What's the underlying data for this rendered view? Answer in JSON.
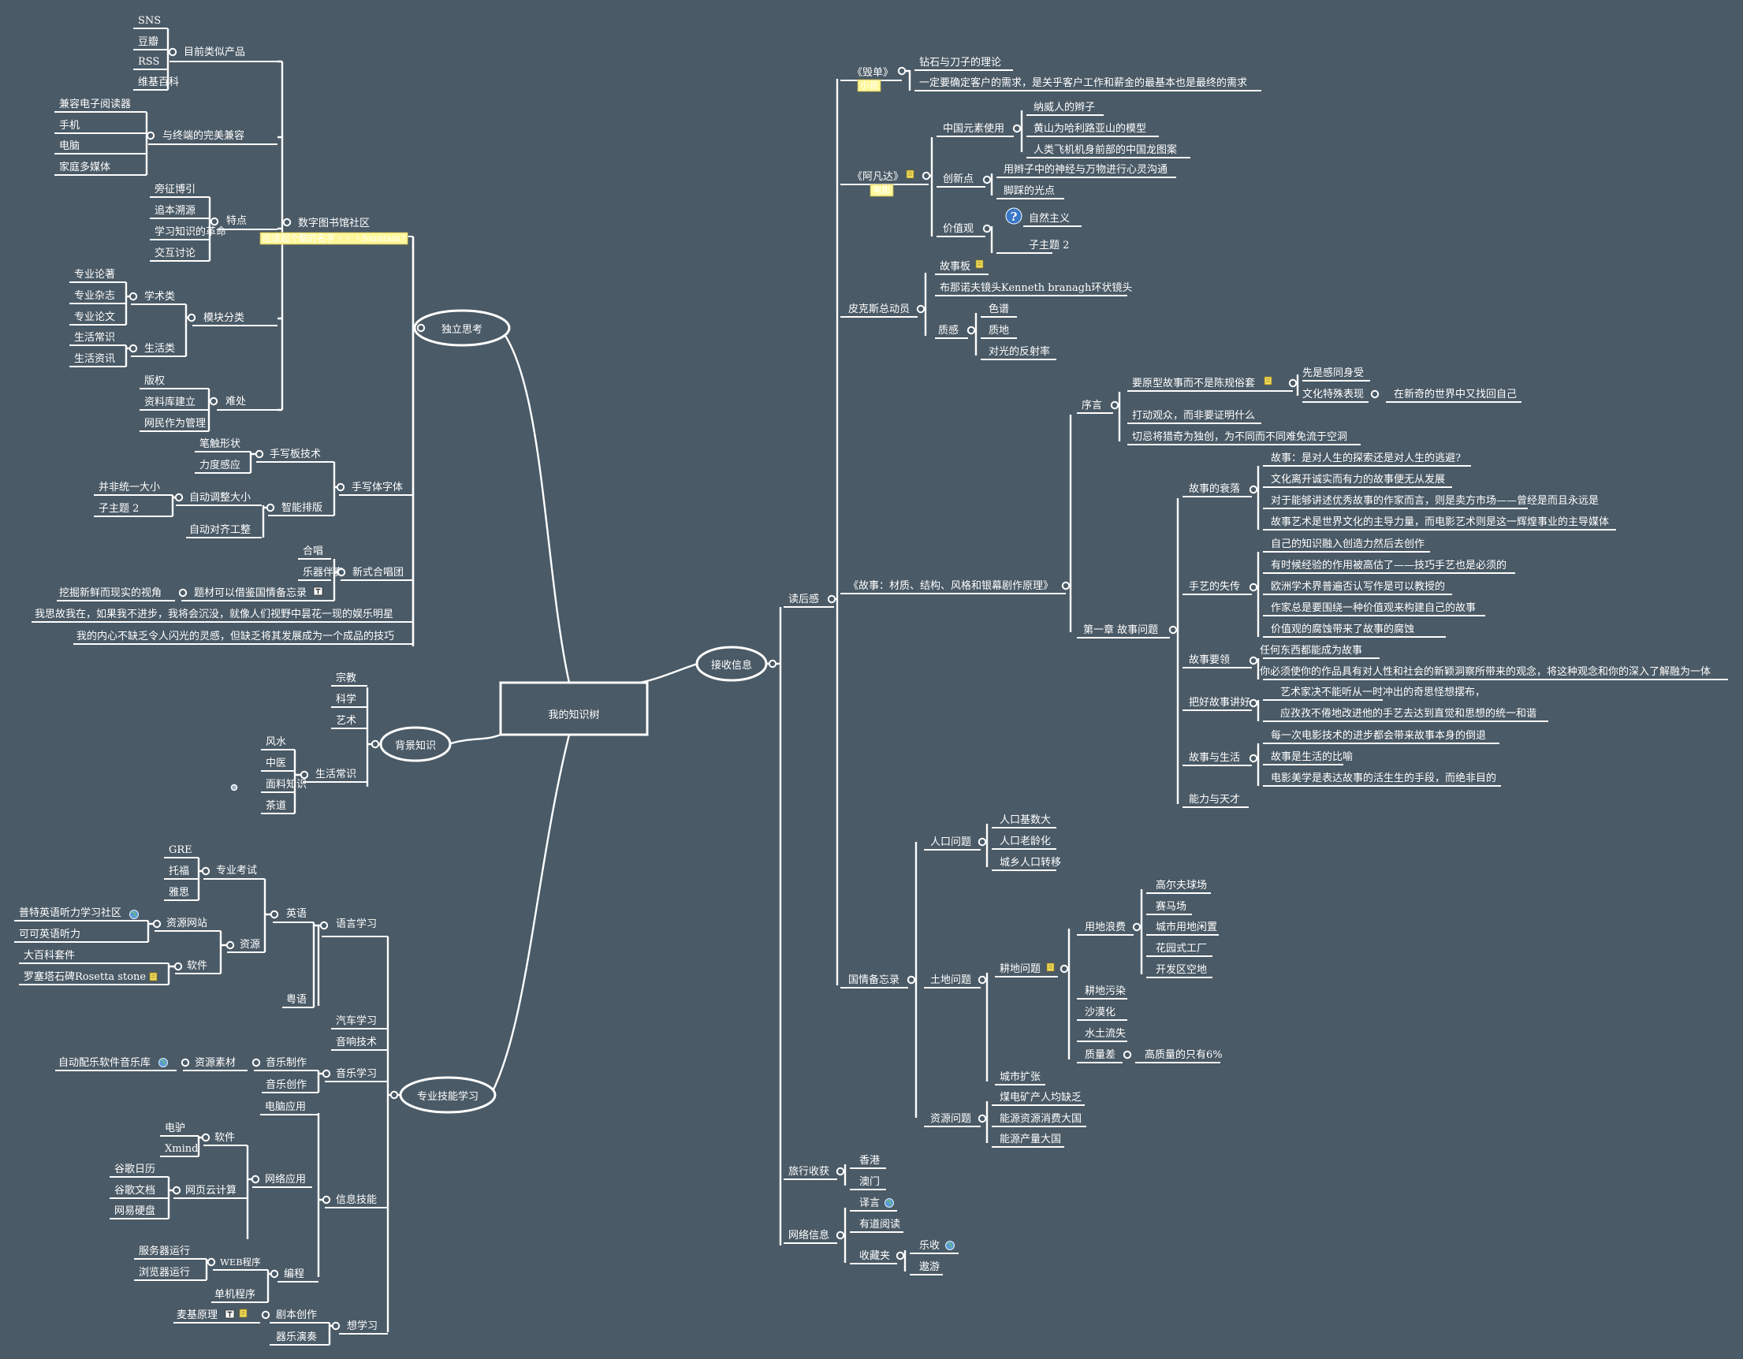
{
  "center": {
    "label": "我的知识树"
  },
  "main": {
    "independent": "独立思考",
    "background": "背景知识",
    "skills": "专业技能学习",
    "receive": "接收信息"
  },
  "callouts": {
    "name_note": "应该起个酷的名字・・・fountain?",
    "novel": "小说",
    "film": "电影"
  },
  "independent": {
    "digital_library": "数字图书馆社区",
    "similar": "目前类似产品",
    "similar_items": [
      "SNS",
      "豆瓣",
      "RSS",
      "维基百科"
    ],
    "terminal": "与终端的完美兼容",
    "terminal_items": [
      "兼容电子阅读器",
      "手机",
      "电脑",
      "家庭多媒体"
    ],
    "features": "特点",
    "features_items": [
      "旁征博引",
      "追本溯源",
      "学习知识的革命",
      "交互讨论"
    ],
    "modules": "模块分类",
    "academic": "学术类",
    "academic_items": [
      "专业论著",
      "专业杂志",
      "专业论文"
    ],
    "life": "生活类",
    "life_items": [
      "生活常识",
      "生活资讯"
    ],
    "difficulty": "难处",
    "difficulty_items": [
      "版权",
      "资料库建立",
      "网民作为管理"
    ],
    "handwriting": "手写体字体",
    "tablet": "手写板技术",
    "tablet_items": [
      "笔触形状",
      "力度感应"
    ],
    "smart": "智能排版",
    "autosize": "自动调整大小",
    "autosize_items": [
      "并非统一大小",
      "子主题 2"
    ],
    "autoalign": "自动对齐工整",
    "choir": "新式合唱团",
    "choir_items": [
      "合唱",
      "乐器伴奏"
    ],
    "choir_theme": "题材可以借鉴国情备忘录",
    "choir_theme_child": "挖掘新鲜而现实的视角",
    "quote1": "我思故我在，如果我不进步，我将会沉没，就像人们视野中昙花一现的娱乐明星",
    "quote2": "我的内心不缺乏令人闪光的灵感，但缺乏将其发展成为一个成品的技巧"
  },
  "background": {
    "religion": "宗教",
    "science": "科学",
    "art": "艺术",
    "life_common": "生活常识",
    "life_items": [
      "风水",
      "中医",
      "面料知识",
      "茶道"
    ]
  },
  "skills": {
    "language": "语言学习",
    "english": "英语",
    "exam": "专业考试",
    "exam_items": [
      "GRE",
      "托福",
      "雅思"
    ],
    "resources": "资源",
    "sites": "资源网站",
    "sites_items": [
      "普特英语听力学习社区",
      "可可英语听力"
    ],
    "software": "软件",
    "software_items": [
      "大百科套件",
      "罗塞塔石碑Rosetta stone"
    ],
    "cantonese": "粤语",
    "car": "汽车学习",
    "audio": "音响技术",
    "music": "音乐学习",
    "music_prod": "音乐制作",
    "music_material": "资源素材",
    "music_lib": "自动配乐软件音乐库",
    "music_create": "音乐创作",
    "it": "信息技能",
    "pc": "电脑应用",
    "network": "网络应用",
    "net_software": "软件",
    "net_software_items": [
      "电驴",
      "Xmind"
    ],
    "cloud": "网页云计算",
    "cloud_items": [
      "谷歌日历",
      "谷歌文档",
      "网易硬盘"
    ],
    "programming": "编程",
    "web": "WEB程序",
    "web_items": [
      "服务器运行",
      "浏览器运行"
    ],
    "standalone": "单机程序",
    "want": "想学习",
    "script": "剧本创作",
    "mckee": "麦基原理",
    "instrument": "器乐演奏"
  },
  "receive": {
    "reading": "读后感",
    "book1": "《毁单》",
    "book1_items": [
      "钻石与刀子的理论",
      "一定要确定客户的需求，是关乎客户工作和薪金的最基本也是最终的需求"
    ],
    "avatar": "《阿凡达》",
    "chinese": "中国元素使用",
    "chinese_items": [
      "纳威人的辫子",
      "黄山为哈利路亚山的模型",
      "人类飞机机身前部的中国龙图案"
    ],
    "innovation": "创新点",
    "innovation_items": [
      "用辫子中的神经与万物进行心灵沟通",
      "脚踩的光点"
    ],
    "values": "价值观",
    "values_items": [
      "自然主义",
      "子主题 2"
    ],
    "pixar": "皮克斯总动员",
    "storyboard": "故事板",
    "branagh": "布那诺夫镜头Kenneth branagh环状镜头",
    "texture": "质感",
    "texture_items": [
      "色谱",
      "质地",
      "对光的反射率"
    ],
    "story_book": "《故事：材质、结构、风格和银幕剧作原理》",
    "preface": "序言",
    "archetype": "要原型故事而不是陈规俗套",
    "archetype_items": [
      "先是感同身受",
      "文化特殊表现"
    ],
    "new_world": "在新奇的世界中又找回自己",
    "preface_items": [
      "打动观众，而非要证明什么",
      "切忌将猎奇为独创，为不同而不同难免流于空洞"
    ],
    "chapter1": "第一章 故事问题",
    "decline": "故事的衰落",
    "decline_items": [
      "故事：是对人生的探索还是对人生的逃避?",
      "文化离开诚实而有力的故事便无从发展",
      "对于能够讲述优秀故事的作家而言，则是卖方市场——曾经是而且永远是",
      "故事艺术是世界文化的主导力量，而电影艺术则是这一辉煌事业的主导媒体"
    ],
    "craft": "手艺的失传",
    "craft_items": [
      "自己的知识融入创造力然后去创作",
      "有时候经验的作用被高估了——技巧手艺也是必须的",
      "欧洲学术界普遍否认写作是可以教授的",
      "作家总是要围绕一种价值观来构建自己的故事",
      "价值观的腐蚀带来了故事的腐蚀"
    ],
    "essentials": "故事要领",
    "essentials_items": [
      "任何东西都能成为故事",
      "你必须使你的作品具有对人性和社会的新颖洞察所带来的观念，将这种观念和你的深入了解融为一体"
    ],
    "tell": "把好故事讲好",
    "tell_items": [
      "艺术家决不能听从一时冲出的奇思怪想摆布，",
      "应孜孜不倦地改进他的手艺去达到直觉和思想的统一和谐"
    ],
    "life": "故事与生活",
    "life_items": [
      "每一次电影技术的进步都会带来故事本身的倒退",
      "故事是生活的比喻",
      "电影美学是表达故事的活生生的手段，而绝非目的"
    ],
    "talent": "能力与天才",
    "national": "国情备忘录",
    "population": "人口问题",
    "population_items": [
      "人口基数大",
      "人口老龄化",
      "城乡人口转移"
    ],
    "land": "土地问题",
    "arable": "耕地问题",
    "landuse": "用地浪费",
    "landuse_items": [
      "高尔夫球场",
      "赛马场",
      "城市用地闲置",
      "花园式工厂",
      "开发区空地"
    ],
    "arable_items": [
      "耕地污染",
      "沙漠化",
      "水土流失"
    ],
    "quality": "质量差",
    "quality_note": "高质量的只有6%",
    "urban": "城市扩张",
    "resource": "资源问题",
    "resource_items": [
      "煤电矿产人均缺乏",
      "能源资源消费大国",
      "能源产量大国"
    ],
    "travel": "旅行收获",
    "travel_items": [
      "香港",
      "澳门"
    ],
    "net_info": "网络信息",
    "yiyan": "译言",
    "youdao": "有道阅读",
    "favorites": "收藏夹",
    "favorites_items": [
      "乐收",
      "遨游"
    ]
  },
  "colors": {
    "background": "#4a5a66",
    "line": "#ffffff",
    "note": "#fff799",
    "question": "#3a78c8"
  }
}
